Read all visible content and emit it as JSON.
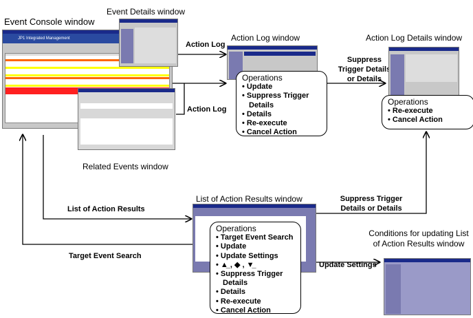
{
  "windows": {
    "event_console": "Event Console window",
    "event_details": "Event Details window",
    "related_events": "Related Events window",
    "action_log": "Action Log window",
    "action_log_details": "Action Log Details window",
    "list_action_results": "List of Action Results window",
    "conditions": "Conditions for updating List of Action Results window"
  },
  "console_screenshot": {
    "title": "JP1 Integrated Management",
    "colors": {
      "title_bar": "#1a2a8a",
      "error": "#ff6600",
      "warning": "#ffff00",
      "emergency": "#ff2020",
      "panel": "#c8c8c8"
    }
  },
  "arrows": {
    "action_log_1": "Action Log",
    "action_log_2": "Action Log",
    "suppress_details_1": "Suppress Trigger Details or Details",
    "list_results": "List of Action Results",
    "target_search": "Target Event Search",
    "suppress_details_2": "Suppress Trigger Details or Details",
    "update_settings": "Update Settings"
  },
  "ops_action_log": {
    "heading": "Operations",
    "items": [
      "Update",
      "Suppress Trigger",
      "Details",
      "Details",
      "Re-execute",
      "Cancel Action"
    ]
  },
  "ops_log_details": {
    "heading": "Operations",
    "items": [
      "Re-execute",
      "Cancel Action"
    ]
  },
  "ops_list": {
    "heading": "Operations",
    "items": [
      "Target Event Search",
      "Update",
      "Update Settings",
      "▲̲ , ◆ , ▼̲",
      "Suppress Trigger",
      "Details",
      "Details",
      "Re-execute",
      "Cancel Action"
    ]
  }
}
